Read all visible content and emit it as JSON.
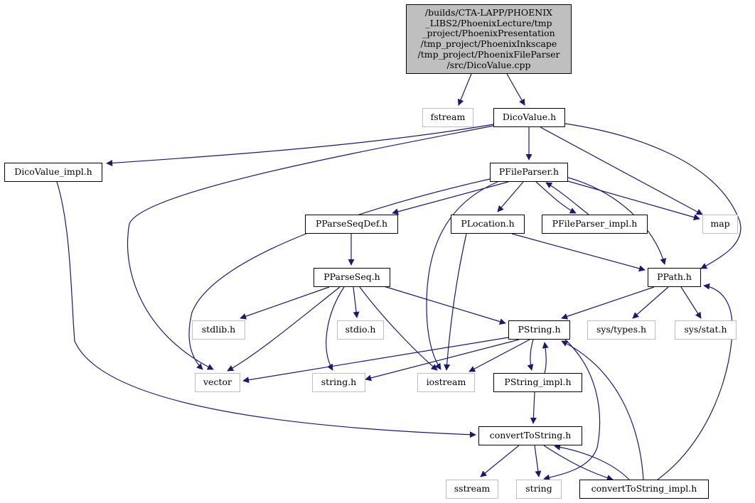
{
  "graph": {
    "edge_color": "#191970",
    "root_fill": "#bfbfbf",
    "external_border": "#bfbfbf",
    "nodes": {
      "root": "/builds/CTA-LAPP/PHOENIX\n_LIBS2/PhoenixLecture/tmp\n_project/PhoenixPresentation\n/tmp_project/PhoenixInkscape\n/tmp_project/PhoenixFileParser\n/src/DicoValue.cpp",
      "fstream": "fstream",
      "dicovalue_h": "DicoValue.h",
      "dicovalue_impl_h": "DicoValue_impl.h",
      "pfileparser_h": "PFileParser.h",
      "pparseseqdef_h": "PParseSeqDef.h",
      "plocation_h": "PLocation.h",
      "pfileparser_impl_h": "PFileParser_impl.h",
      "map": "map",
      "pparseseq_h": "PParseSeq.h",
      "ppath_h": "PPath.h",
      "stdlib_h": "stdlib.h",
      "stdio_h": "stdio.h",
      "pstring_h": "PString.h",
      "sys_types_h": "sys/types.h",
      "sys_stat_h": "sys/stat.h",
      "vector": "vector",
      "string_h": "string.h",
      "iostream": "iostream",
      "pstring_impl_h": "PString_impl.h",
      "converttostring_h": "convertToString.h",
      "sstream": "sstream",
      "string": "string",
      "converttostring_impl_h": "convertToString_impl.h"
    },
    "edges": [
      [
        "root",
        "fstream"
      ],
      [
        "root",
        "dicovalue_h"
      ],
      [
        "dicovalue_h",
        "dicovalue_impl_h"
      ],
      [
        "dicovalue_h",
        "pfileparser_h"
      ],
      [
        "dicovalue_h",
        "vector"
      ],
      [
        "dicovalue_h",
        "map"
      ],
      [
        "dicovalue_h",
        "ppath_h"
      ],
      [
        "dicovalue_impl_h",
        "converttostring_h"
      ],
      [
        "pfileparser_h",
        "pparseseqdef_h"
      ],
      [
        "pfileparser_h",
        "plocation_h"
      ],
      [
        "pfileparser_h",
        "pfileparser_impl_h"
      ],
      [
        "pfileparser_h",
        "map"
      ],
      [
        "pfileparser_h",
        "ppath_h"
      ],
      [
        "pfileparser_h",
        "vector"
      ],
      [
        "pfileparser_h",
        "iostream"
      ],
      [
        "pfileparser_impl_h",
        "pfileparser_h"
      ],
      [
        "pparseseqdef_h",
        "pparseseq_h"
      ],
      [
        "plocation_h",
        "ppath_h"
      ],
      [
        "plocation_h",
        "iostream"
      ],
      [
        "pparseseq_h",
        "stdlib_h"
      ],
      [
        "pparseseq_h",
        "stdio_h"
      ],
      [
        "pparseseq_h",
        "vector"
      ],
      [
        "pparseseq_h",
        "string_h"
      ],
      [
        "pparseseq_h",
        "iostream"
      ],
      [
        "pparseseq_h",
        "pstring_h"
      ],
      [
        "ppath_h",
        "pstring_h"
      ],
      [
        "ppath_h",
        "sys_types_h"
      ],
      [
        "ppath_h",
        "sys_stat_h"
      ],
      [
        "pstring_h",
        "vector"
      ],
      [
        "pstring_h",
        "string_h"
      ],
      [
        "pstring_h",
        "iostream"
      ],
      [
        "pstring_h",
        "pstring_impl_h"
      ],
      [
        "pstring_h",
        "string"
      ],
      [
        "pstring_impl_h",
        "pstring_h"
      ],
      [
        "pstring_impl_h",
        "converttostring_h"
      ],
      [
        "converttostring_h",
        "sstream"
      ],
      [
        "converttostring_h",
        "string"
      ],
      [
        "converttostring_h",
        "converttostring_impl_h"
      ],
      [
        "converttostring_impl_h",
        "converttostring_h"
      ],
      [
        "converttostring_impl_h",
        "pstring_h"
      ],
      [
        "converttostring_impl_h",
        "ppath_h"
      ]
    ]
  }
}
